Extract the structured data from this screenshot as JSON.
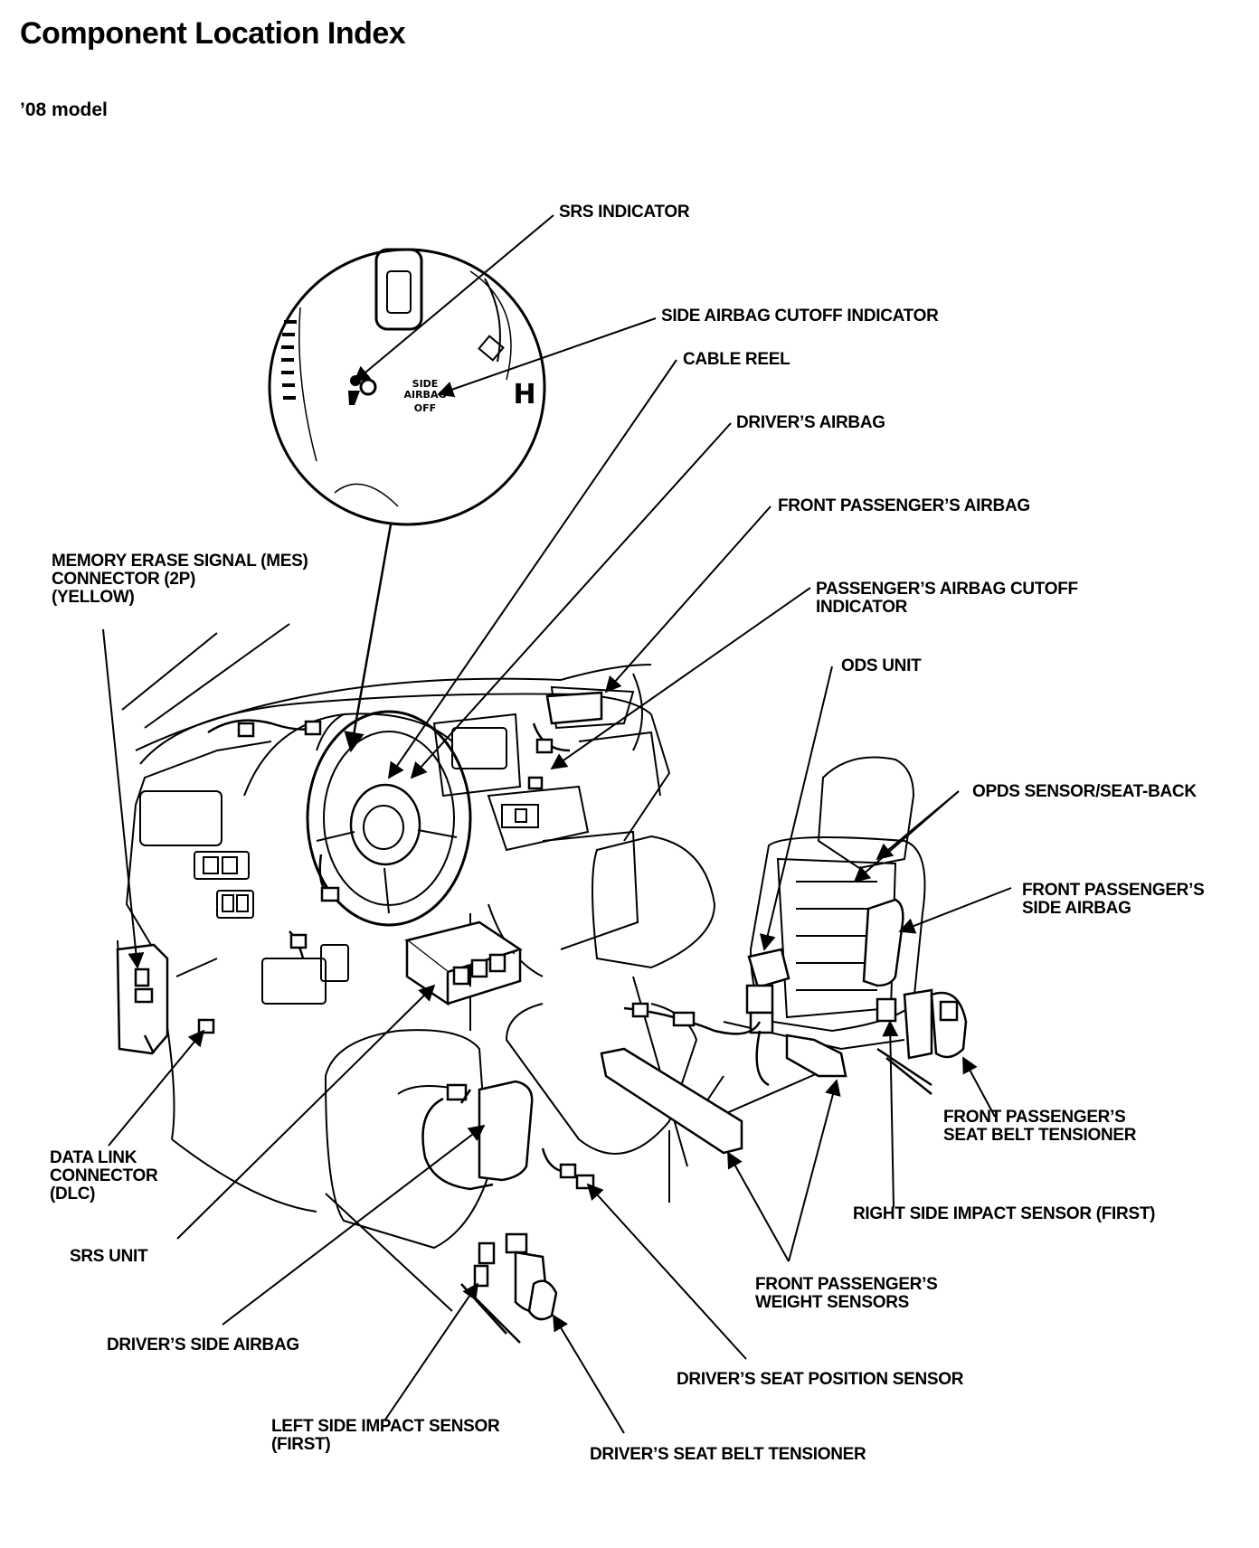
{
  "header": {
    "title": "Component Location Index",
    "subtitle": "’08 model"
  },
  "inset": {
    "side_airbag_text_1": "SIDE",
    "side_airbag_text_2": "AIRBAG",
    "side_airbag_text_3": "OFF",
    "gauge_letter": "H"
  },
  "labels": {
    "srs_indicator": "SRS INDICATOR",
    "side_airbag_cutoff_indicator": "SIDE AIRBAG CUTOFF INDICATOR",
    "cable_reel": "CABLE REEL",
    "drivers_airbag": "DRIVER’S AIRBAG",
    "front_passengers_airbag": "FRONT PASSENGER’S AIRBAG",
    "passengers_airbag_cutoff_indicator": "PASSENGER’S AIRBAG CUTOFF\nINDICATOR",
    "ods_unit": "ODS UNIT",
    "opds_sensor": "OPDS SENSOR/SEAT-BACK",
    "front_passengers_side_airbag": "FRONT PASSENGER’S\nSIDE AIRBAG",
    "mes_connector": "MEMORY ERASE SIGNAL (MES)\nCONNECTOR (2P)\n(YELLOW)",
    "front_passengers_seat_belt_tensioner": "FRONT PASSENGER’S\nSEAT BELT TENSIONER",
    "right_side_impact_sensor": "RIGHT SIDE IMPACT SENSOR (FIRST)",
    "front_passengers_weight_sensors": "FRONT PASSENGER’S\nWEIGHT SENSORS",
    "data_link_connector": "DATA LINK\nCONNECTOR\n(DLC)",
    "srs_unit": "SRS UNIT",
    "drivers_side_airbag": "DRIVER’S SIDE AIRBAG",
    "drivers_seat_position_sensor": "DRIVER’S SEAT POSITION SENSOR",
    "left_side_impact_sensor": "LEFT SIDE IMPACT SENSOR\n(FIRST)",
    "drivers_seat_belt_tensioner": "DRIVER’S SEAT BELT TENSIONER"
  }
}
